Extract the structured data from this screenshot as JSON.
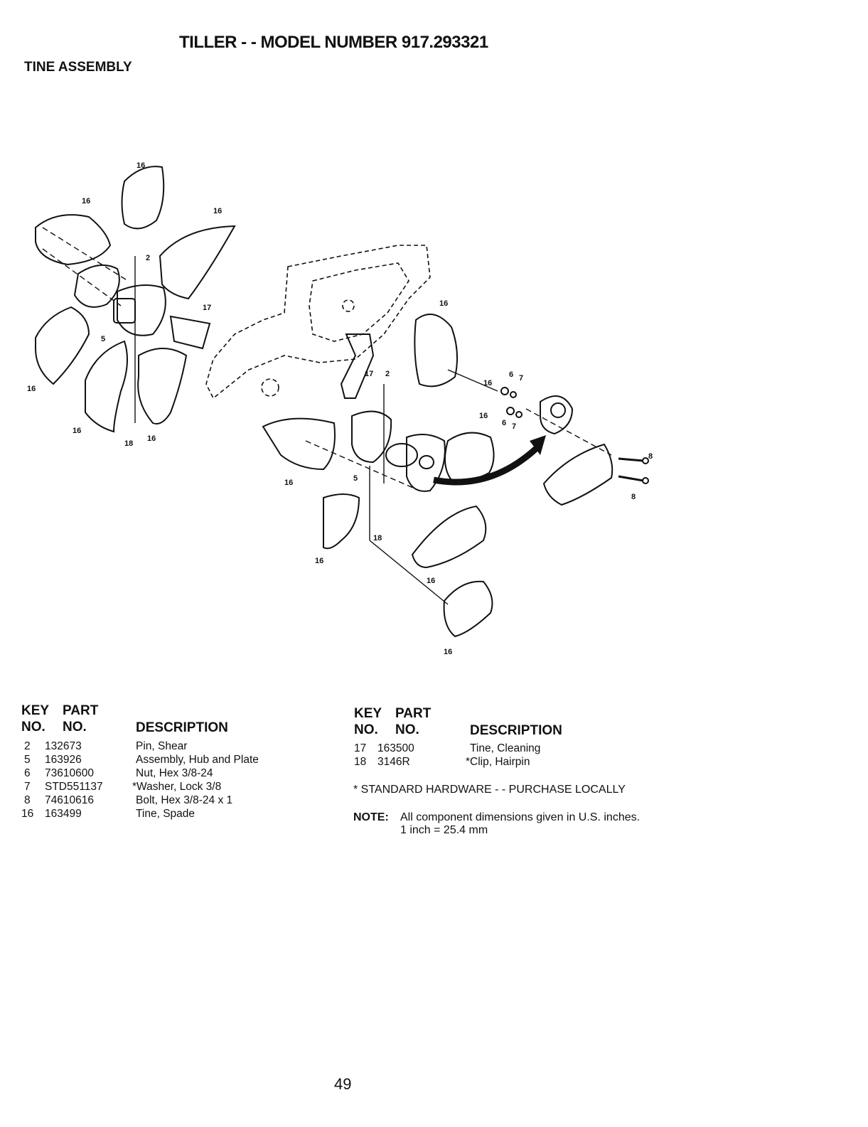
{
  "header": {
    "title": "TILLER - - MODEL NUMBER 917.293321",
    "section": "TINE ASSEMBLY"
  },
  "diagram": {
    "callouts": [
      "16",
      "16",
      "16",
      "2",
      "17",
      "5",
      "16",
      "16",
      "18",
      "16",
      "16",
      "17",
      "2",
      "16",
      "5",
      "16",
      "18",
      "16",
      "16",
      "16",
      "16",
      "6",
      "7",
      "6",
      "7",
      "8",
      "8"
    ]
  },
  "table_left": {
    "h_key_line1": "KEY",
    "h_key_line2": "NO.",
    "h_part_line1": "PART",
    "h_part_line2": "NO.",
    "h_desc": "DESCRIPTION",
    "rows": [
      {
        "key": "2",
        "part": "132673",
        "desc": "Pin, Shear"
      },
      {
        "key": "5",
        "part": "163926",
        "desc": "Assembly, Hub and Plate"
      },
      {
        "key": "6",
        "part": "73610600",
        "desc": "Nut, Hex  3/8-24"
      },
      {
        "key": "7",
        "part": "STD551137",
        "desc": "*Washer, Lock 3/8"
      },
      {
        "key": "8",
        "part": "74610616",
        "desc": "Bolt, Hex  3/8-24 x 1"
      },
      {
        "key": "16",
        "part": "163499",
        "desc": "Tine, Spade"
      }
    ]
  },
  "table_right": {
    "h_key_line1": "KEY",
    "h_key_line2": "NO.",
    "h_part_line1": "PART",
    "h_part_line2": "NO.",
    "h_desc": "DESCRIPTION",
    "rows": [
      {
        "key": "17",
        "part": "163500",
        "desc": "Tine, Cleaning"
      },
      {
        "key": "18",
        "part": "3146R",
        "desc": "*Clip, Hairpin"
      }
    ]
  },
  "footnote": "* STANDARD HARDWARE - - PURCHASE LOCALLY",
  "note": {
    "label": "NOTE:",
    "line1": "All component dimensions given in U.S. inches.",
    "line2": "1 inch = 25.4 mm"
  },
  "page_number": "49"
}
